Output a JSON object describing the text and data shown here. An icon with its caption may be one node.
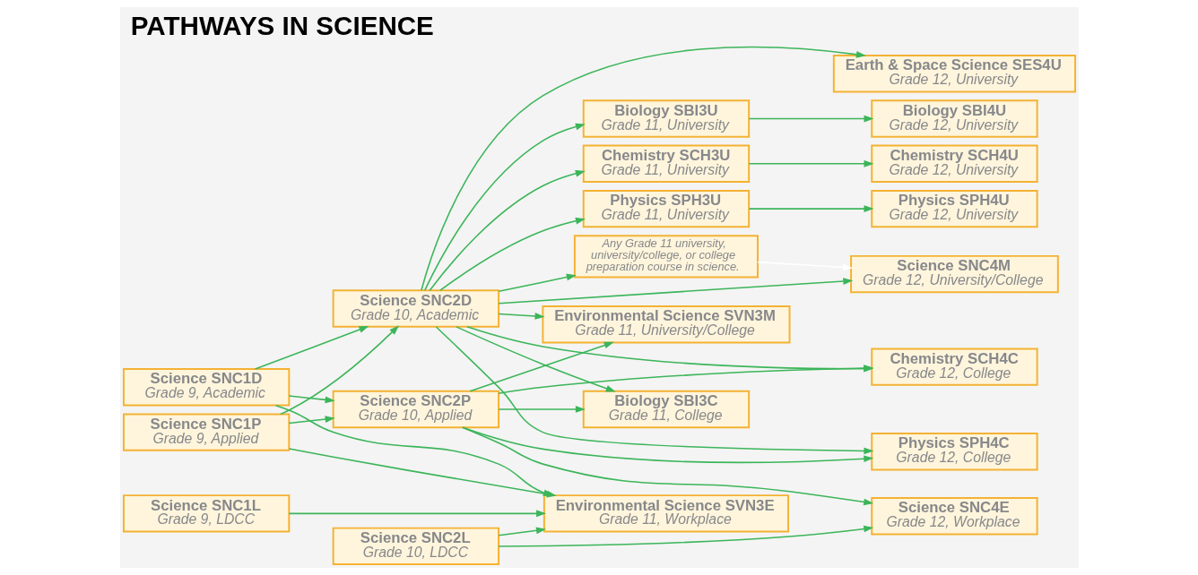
{
  "diagram": {
    "title": "PATHWAYS IN SCIENCE",
    "nodes": [
      {
        "text": [
          "Science SNC1D",
          "Grade 9, Academic"
        ]
      },
      {
        "text": [
          "Science SNC1P",
          "Grade 9, Applied"
        ]
      },
      {
        "text": [
          "Science SNC1L",
          "Grade 9, LDCC"
        ]
      },
      {
        "text": [
          "Science SNC2D",
          "Grade 10, Academic"
        ]
      },
      {
        "text": [
          "Science SNC2P",
          "Grade 10, Applied"
        ]
      },
      {
        "text": [
          "Science SNC2L",
          "Grade 10, LDCC"
        ]
      },
      {
        "text": [
          "Biology SBI3U",
          "Grade 11, University"
        ]
      },
      {
        "text": [
          "Chemistry SCH3U",
          "Grade 11, University"
        ]
      },
      {
        "text": [
          "Physics SPH3U",
          "Grade 11, University"
        ]
      },
      {
        "text": [
          "Any Grade 11 university, university/college, or college preparation course in science."
        ]
      },
      {
        "text": [
          "Environmental Science SVN3M",
          "Grade 11, University/College"
        ]
      },
      {
        "text": [
          "Biology SBI3C",
          "Grade 11, College"
        ]
      },
      {
        "text": [
          "Environmental Science SVN3E",
          "Grade 11, Workplace"
        ]
      },
      {
        "text": [
          "Earth & Space Science SES4U",
          "Grade 12, University"
        ]
      },
      {
        "text": [
          "Biology SBI4U",
          "Grade 12, University"
        ]
      },
      {
        "text": [
          "Chemistry SCH4U",
          "Grade 12, University"
        ]
      },
      {
        "text": [
          "Physics SPH4U",
          "Grade 12, University"
        ]
      },
      {
        "text": [
          "Science SNC4M",
          "Grade 12, University/College"
        ]
      },
      {
        "text": [
          "Chemistry SCH4C",
          "Grade 12, College"
        ]
      },
      {
        "text": [
          "Physics SPH4C",
          "Grade 12, College"
        ]
      },
      {
        "text": [
          "Science SNC4E",
          "Grade 12, Workplace"
        ]
      }
    ],
    "edges": [
      {
        "from": 0,
        "to": 3,
        "arrow": "to"
      },
      {
        "from": 0,
        "to": 4,
        "arrow": "to"
      },
      {
        "from": 1,
        "to": 3,
        "arrow": "to"
      },
      {
        "from": 1,
        "to": 4,
        "arrow": "to"
      },
      {
        "from": 0,
        "to": 12,
        "arrow": "to"
      },
      {
        "from": 1,
        "to": 12,
        "arrow": "to"
      },
      {
        "from": 2,
        "to": 12,
        "arrow": "to"
      },
      {
        "from": 5,
        "to": 12,
        "arrow": "to"
      },
      {
        "from": 3,
        "to": 13,
        "arrow": "to"
      },
      {
        "from": 3,
        "to": 6,
        "arrow": "to"
      },
      {
        "from": 3,
        "to": 7,
        "arrow": "to"
      },
      {
        "from": 3,
        "to": 8,
        "arrow": "to"
      },
      {
        "from": 3,
        "to": 9,
        "arrow": "to"
      },
      {
        "from": 3,
        "to": 17,
        "arrow": "to"
      },
      {
        "from": 3,
        "to": 10,
        "arrow": "to"
      },
      {
        "from": 3,
        "to": 18,
        "arrow": "to"
      },
      {
        "from": 3,
        "to": 11,
        "arrow": "to"
      },
      {
        "from": 3,
        "to": 19,
        "arrow": "to"
      },
      {
        "from": 4,
        "to": 10,
        "arrow": "to"
      },
      {
        "from": 4,
        "to": 18,
        "arrow": "to"
      },
      {
        "from": 4,
        "to": 11,
        "arrow": "to"
      },
      {
        "from": 4,
        "to": 19,
        "arrow": "to"
      },
      {
        "from": 4,
        "to": 20,
        "arrow": "to"
      },
      {
        "from": 5,
        "to": 20,
        "arrow": "to"
      },
      {
        "from": 6,
        "to": 14,
        "arrow": "to"
      },
      {
        "from": 7,
        "to": 15,
        "arrow": "to"
      },
      {
        "from": 8,
        "to": 16,
        "arrow": "to"
      },
      {
        "from": 9,
        "to": 17,
        "arrow": "to",
        "color": "#ffffff"
      }
    ]
  }
}
